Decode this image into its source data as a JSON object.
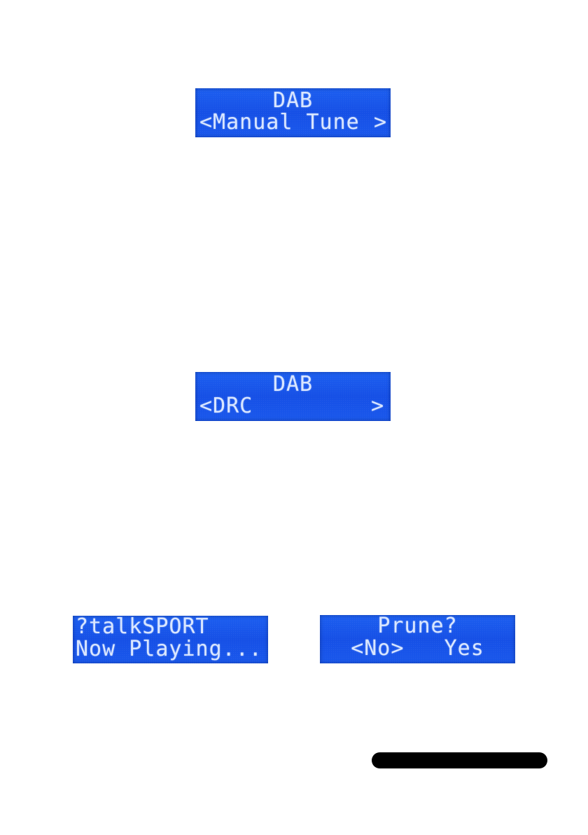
{
  "panels": [
    {
      "line1": "DAB",
      "line2": "<Manual Tune",
      "line2_arrow": ">"
    },
    {
      "line1": "DAB",
      "line2": "<DRC",
      "line2_arrow": ">"
    },
    {
      "line1": "?talkSPORT",
      "line2": "Now Playing..."
    },
    {
      "line1": "Prune?",
      "line2": "<No>   Yes"
    }
  ],
  "colors": {
    "lcd_background": "#1a58ec",
    "lcd_text": "#d9e6ff",
    "page_background": "#ffffff",
    "pill": "#000000"
  }
}
